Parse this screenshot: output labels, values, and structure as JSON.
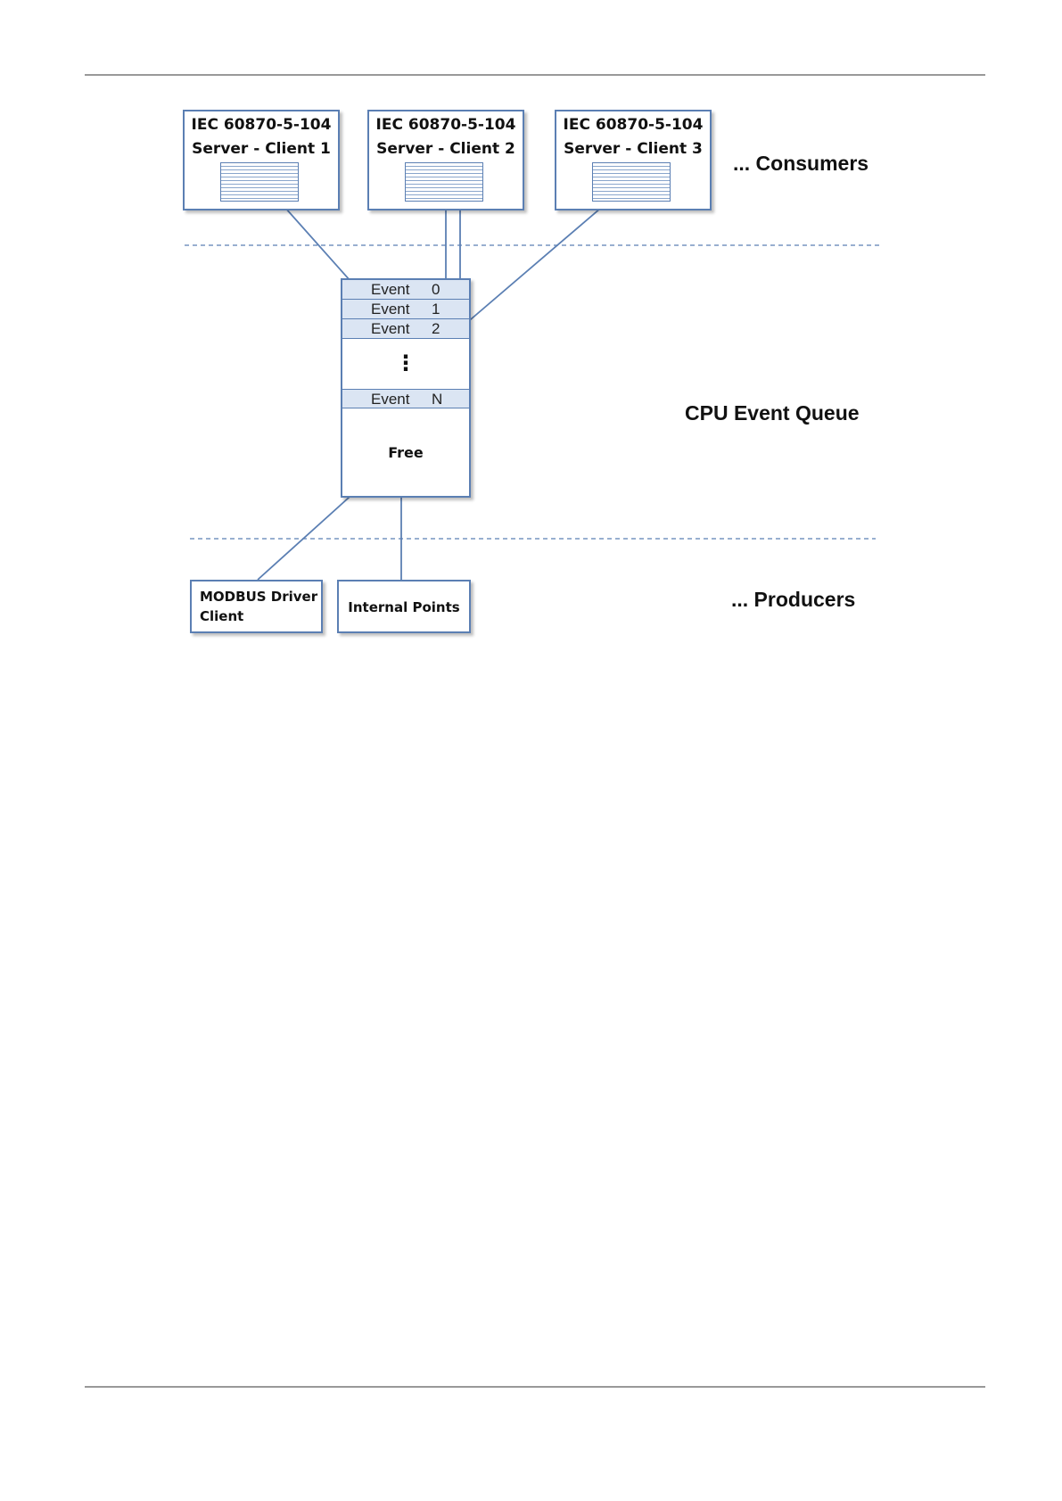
{
  "consumers": [
    {
      "line1": "IEC 60870-5-104",
      "line2": "Server - Client 1"
    },
    {
      "line1": "IEC 60870-5-104",
      "line2": "Server - Client 2"
    },
    {
      "line1": "IEC 60870-5-104",
      "line2": "Server - Client 3"
    }
  ],
  "consumers_label": "... Consumers",
  "queue": {
    "events": [
      {
        "label": "Event",
        "num": "0"
      },
      {
        "label": "Event",
        "num": "1"
      },
      {
        "label": "Event",
        "num": "2"
      }
    ],
    "dots": "⋮",
    "last_event": {
      "label": "Event",
      "num": "N"
    },
    "free_label": "Free",
    "title": "CPU Event Queue"
  },
  "producers": [
    {
      "line1": "MODBUS Driver",
      "line2": "Client"
    },
    {
      "line1": "Internal Points"
    }
  ],
  "producers_label": "... Producers",
  "colors": {
    "box_border": "#5b7fb3",
    "event_fill": "#dbe5f3",
    "arrow": "#5b7fb3",
    "dashed_separator": "#5b7fb3"
  }
}
